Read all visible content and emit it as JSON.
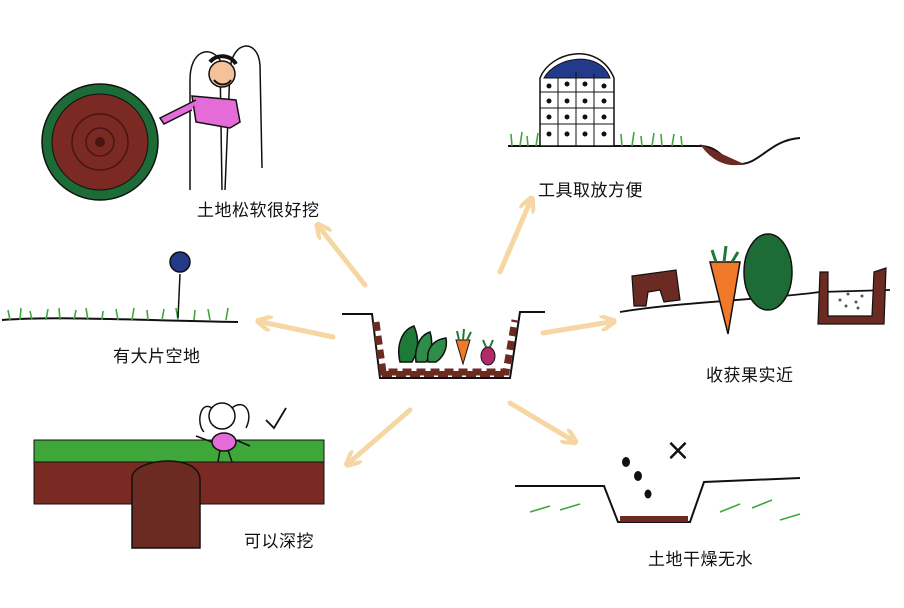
{
  "labels": {
    "soft_soil": "土地松软很好挖",
    "open_space": "有大片空地",
    "dig_deep": "可以深挖",
    "tools_access": "工具取放方便",
    "harvest_near": "收获果实近",
    "dry_soil": "土地干燥无水"
  },
  "marks": {
    "cross": "×"
  },
  "colors": {
    "arrow": "#f6d7a3",
    "soil": "#6b2a22",
    "grass": "#3fa73a",
    "carrot": "#f07a2a",
    "skin": "#f3c29a",
    "pink": "#e46bd8"
  }
}
